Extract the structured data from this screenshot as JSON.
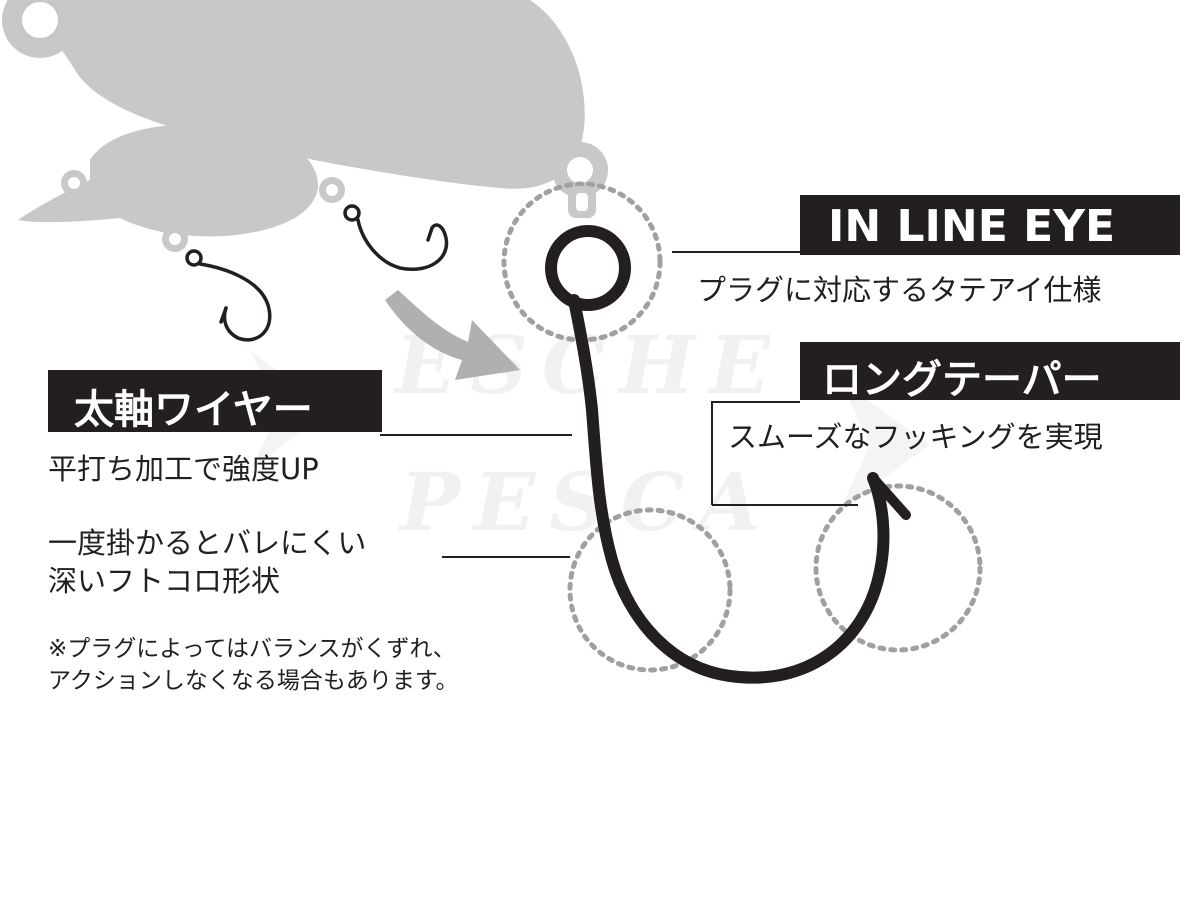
{
  "watermark": {
    "line1": "ESCHE",
    "line2": "PESCA"
  },
  "labels": {
    "inline_eye": {
      "title": "IN LINE EYE",
      "desc": "プラグに対応するタテアイ仕様"
    },
    "long_taper": {
      "title": "ロングテーパー",
      "desc": "スムーズなフッキングを実現"
    },
    "thick_wire": {
      "title": "太軸ワイヤー",
      "desc": "平打ち加工で強度UP"
    },
    "deep_bend": {
      "line1": "一度掛かるとバレにくい",
      "line2": "深いフトコロ形状"
    },
    "note": {
      "line1": "※プラグによってはバランスがくずれ、",
      "line2": "アクションしなくなる場合もあります。"
    }
  },
  "colors": {
    "ink": "#231f20",
    "lure_gray": "#c8c8c8",
    "arrow_gray": "#b0b0b0",
    "dotted_gray": "#a0a0a0",
    "label_text": "#ffffff"
  }
}
